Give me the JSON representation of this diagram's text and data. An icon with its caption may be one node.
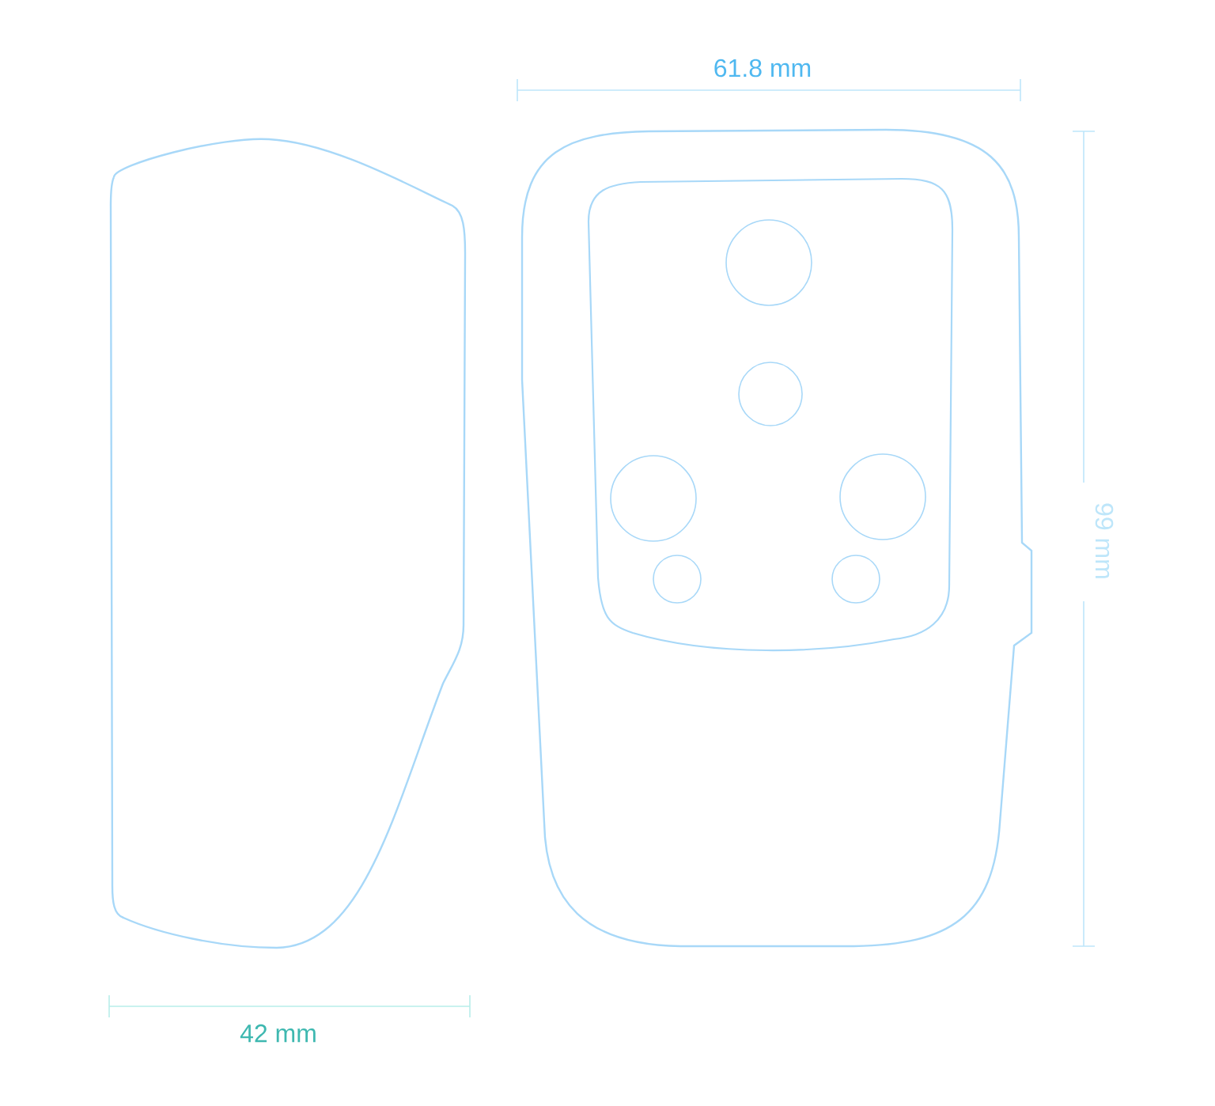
{
  "diagram": {
    "labels": [
      "61.8 mm",
      "99 mm",
      "42 mm"
    ]
  }
}
